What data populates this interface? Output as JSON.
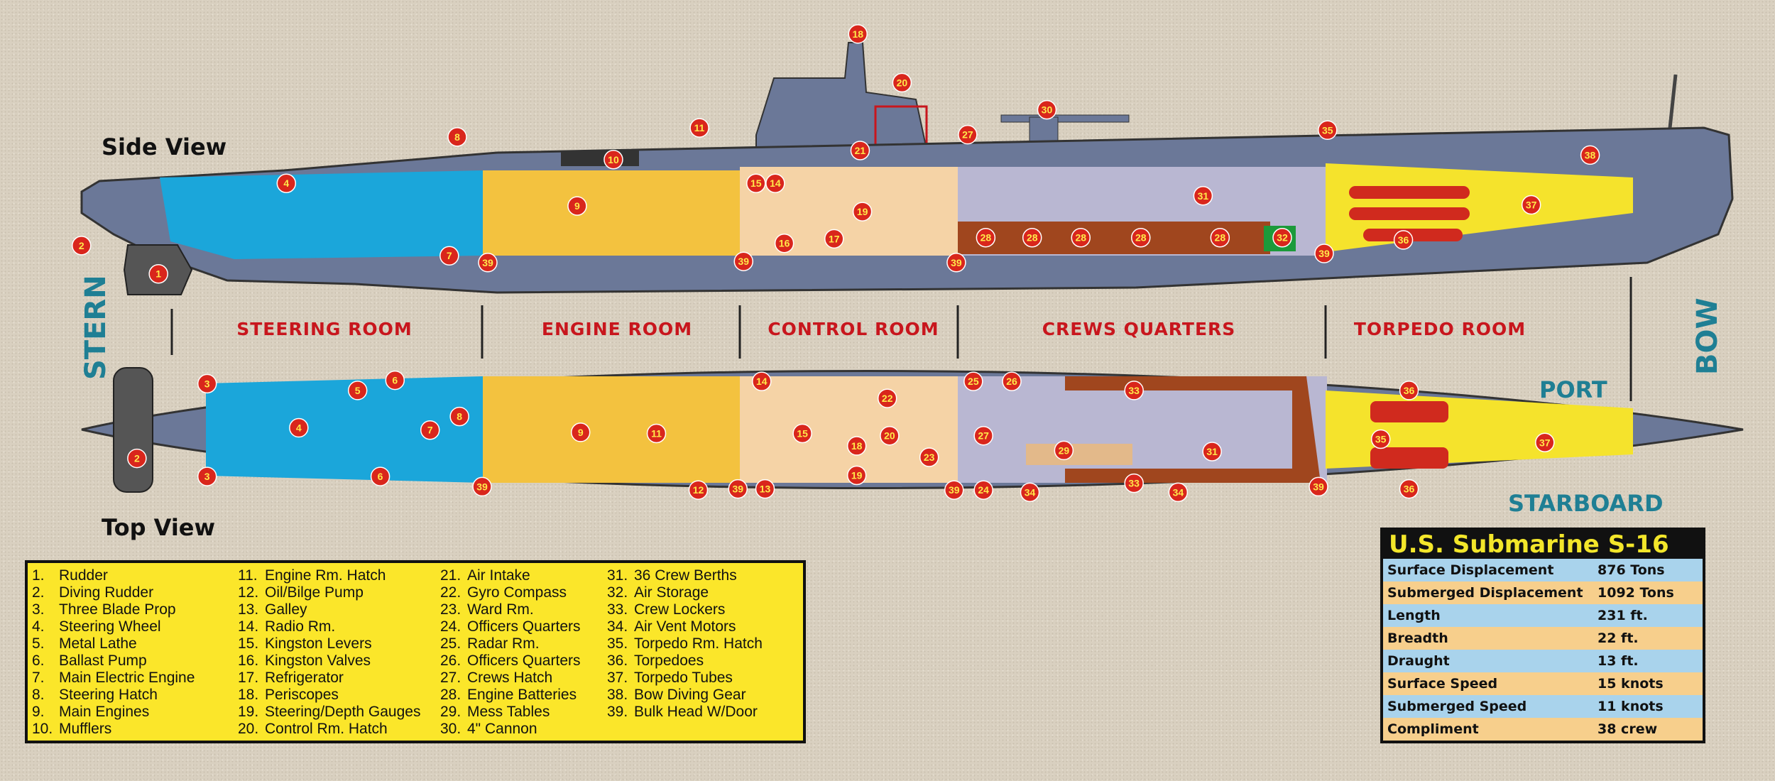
{
  "views": {
    "side": "Side View",
    "top": "Top View"
  },
  "ends": {
    "stern": "STERN",
    "bow": "BOW",
    "port": "PORT",
    "starboard": "STARBOARD"
  },
  "sections": [
    "STEERING ROOM",
    "ENGINE ROOM",
    "CONTROL ROOM",
    "CREWS QUARTERS",
    "TORPEDO ROOM"
  ],
  "side_markers": [
    "1",
    "2",
    "4",
    "7",
    "8",
    "39",
    "10",
    "9",
    "11",
    "15",
    "14",
    "39",
    "16",
    "17",
    "18",
    "20",
    "21",
    "19",
    "27",
    "30",
    "39",
    "28",
    "28",
    "28",
    "28",
    "28",
    "31",
    "32",
    "39",
    "35",
    "36",
    "37",
    "38"
  ],
  "top_markers": [
    "3",
    "3",
    "2",
    "4",
    "5",
    "6",
    "6",
    "8",
    "7",
    "39",
    "9",
    "11",
    "12",
    "39",
    "13",
    "14",
    "15",
    "22",
    "18",
    "20",
    "19",
    "23",
    "39",
    "24",
    "25",
    "26",
    "27",
    "29",
    "34",
    "33",
    "31",
    "33",
    "34",
    "39",
    "36",
    "35",
    "37",
    "36"
  ],
  "legend": [
    {
      "n": "1.",
      "t": "Rudder"
    },
    {
      "n": "2.",
      "t": "Diving Rudder"
    },
    {
      "n": "3.",
      "t": "Three Blade Prop"
    },
    {
      "n": "4.",
      "t": "Steering Wheel"
    },
    {
      "n": "5.",
      "t": "Metal Lathe"
    },
    {
      "n": "6.",
      "t": "Ballast Pump"
    },
    {
      "n": "7.",
      "t": "Main Electric Engine"
    },
    {
      "n": "8.",
      "t": "Steering Hatch"
    },
    {
      "n": "9.",
      "t": "Main Engines"
    },
    {
      "n": "10.",
      "t": "Mufflers"
    },
    {
      "n": "11.",
      "t": "Engine Rm. Hatch"
    },
    {
      "n": "12.",
      "t": "Oil/Bilge Pump"
    },
    {
      "n": "13.",
      "t": "Galley"
    },
    {
      "n": "14.",
      "t": "Radio Rm."
    },
    {
      "n": "15.",
      "t": "Kingston Levers"
    },
    {
      "n": "16.",
      "t": "Kingston Valves"
    },
    {
      "n": "17.",
      "t": "Refrigerator"
    },
    {
      "n": "18.",
      "t": "Periscopes"
    },
    {
      "n": "19.",
      "t": "Steering/Depth Gauges"
    },
    {
      "n": "20.",
      "t": "Control Rm. Hatch"
    },
    {
      "n": "21.",
      "t": "Air Intake"
    },
    {
      "n": "22.",
      "t": "Gyro Compass"
    },
    {
      "n": "23.",
      "t": "Ward Rm."
    },
    {
      "n": "24.",
      "t": "Officers Quarters"
    },
    {
      "n": "25.",
      "t": "Radar Rm."
    },
    {
      "n": "26.",
      "t": "Officers Quarters"
    },
    {
      "n": "27.",
      "t": "Crews Hatch"
    },
    {
      "n": "28.",
      "t": "Engine Batteries"
    },
    {
      "n": "29.",
      "t": "Mess Tables"
    },
    {
      "n": "30.",
      "t": "4\" Cannon"
    },
    {
      "n": "31.",
      "t": "36 Crew Berths"
    },
    {
      "n": "32.",
      "t": "Air Storage"
    },
    {
      "n": "33.",
      "t": "Crew Lockers"
    },
    {
      "n": "34.",
      "t": "Air Vent Motors"
    },
    {
      "n": "35.",
      "t": "Torpedo Rm. Hatch"
    },
    {
      "n": "36.",
      "t": "Torpedoes"
    },
    {
      "n": "37.",
      "t": "Torpedo Tubes"
    },
    {
      "n": "38.",
      "t": "Bow Diving Gear"
    },
    {
      "n": "39.",
      "t": "Bulk Head W/Door"
    }
  ],
  "specs": {
    "title": "U.S. Submarine S-16",
    "rows": [
      {
        "k": "Surface Displacement",
        "v": "876 Tons"
      },
      {
        "k": "Submerged Displacement",
        "v": "1092 Tons"
      },
      {
        "k": "Length",
        "v": "231 ft."
      },
      {
        "k": "Breadth",
        "v": "22 ft."
      },
      {
        "k": "Draught",
        "v": "13 ft."
      },
      {
        "k": "Surface Speed",
        "v": "15 knots"
      },
      {
        "k": "Submerged Speed",
        "v": "11 knots"
      },
      {
        "k": "Compliment",
        "v": "38 crew"
      }
    ]
  },
  "colors": {
    "hull": "#6b7898",
    "steering": "#1ba6da",
    "engine": "#f3c23f",
    "control": "#f5d3a6",
    "crew": "#b9b7d2",
    "torpedo": "#f5e32c",
    "marker": "#d9261c",
    "section_text": "#c8161d",
    "teal": "#1f7f94"
  }
}
